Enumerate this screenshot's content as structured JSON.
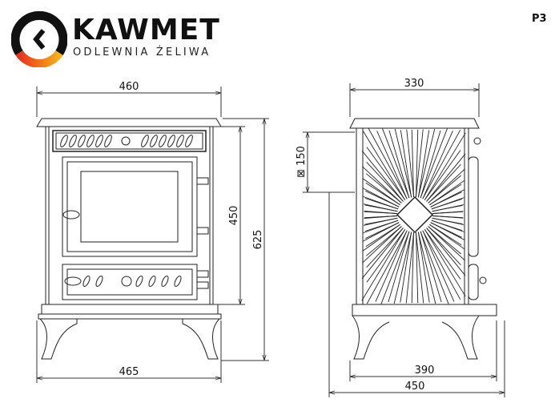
{
  "brand": {
    "name": "KAWMET",
    "tagline": "ODLEWNIA ŻELIWA",
    "colors": {
      "ring": "#111111",
      "accent_start": "#e8321e",
      "accent_end": "#f6b21a"
    }
  },
  "model_code": "P3",
  "front_view": {
    "top_width": "460",
    "base_width": "465",
    "body_height": "450",
    "total_height": "625"
  },
  "side_view": {
    "top_depth": "330",
    "flue_offset": "⊠ 150",
    "base_depth": "390",
    "total_depth": "450"
  }
}
